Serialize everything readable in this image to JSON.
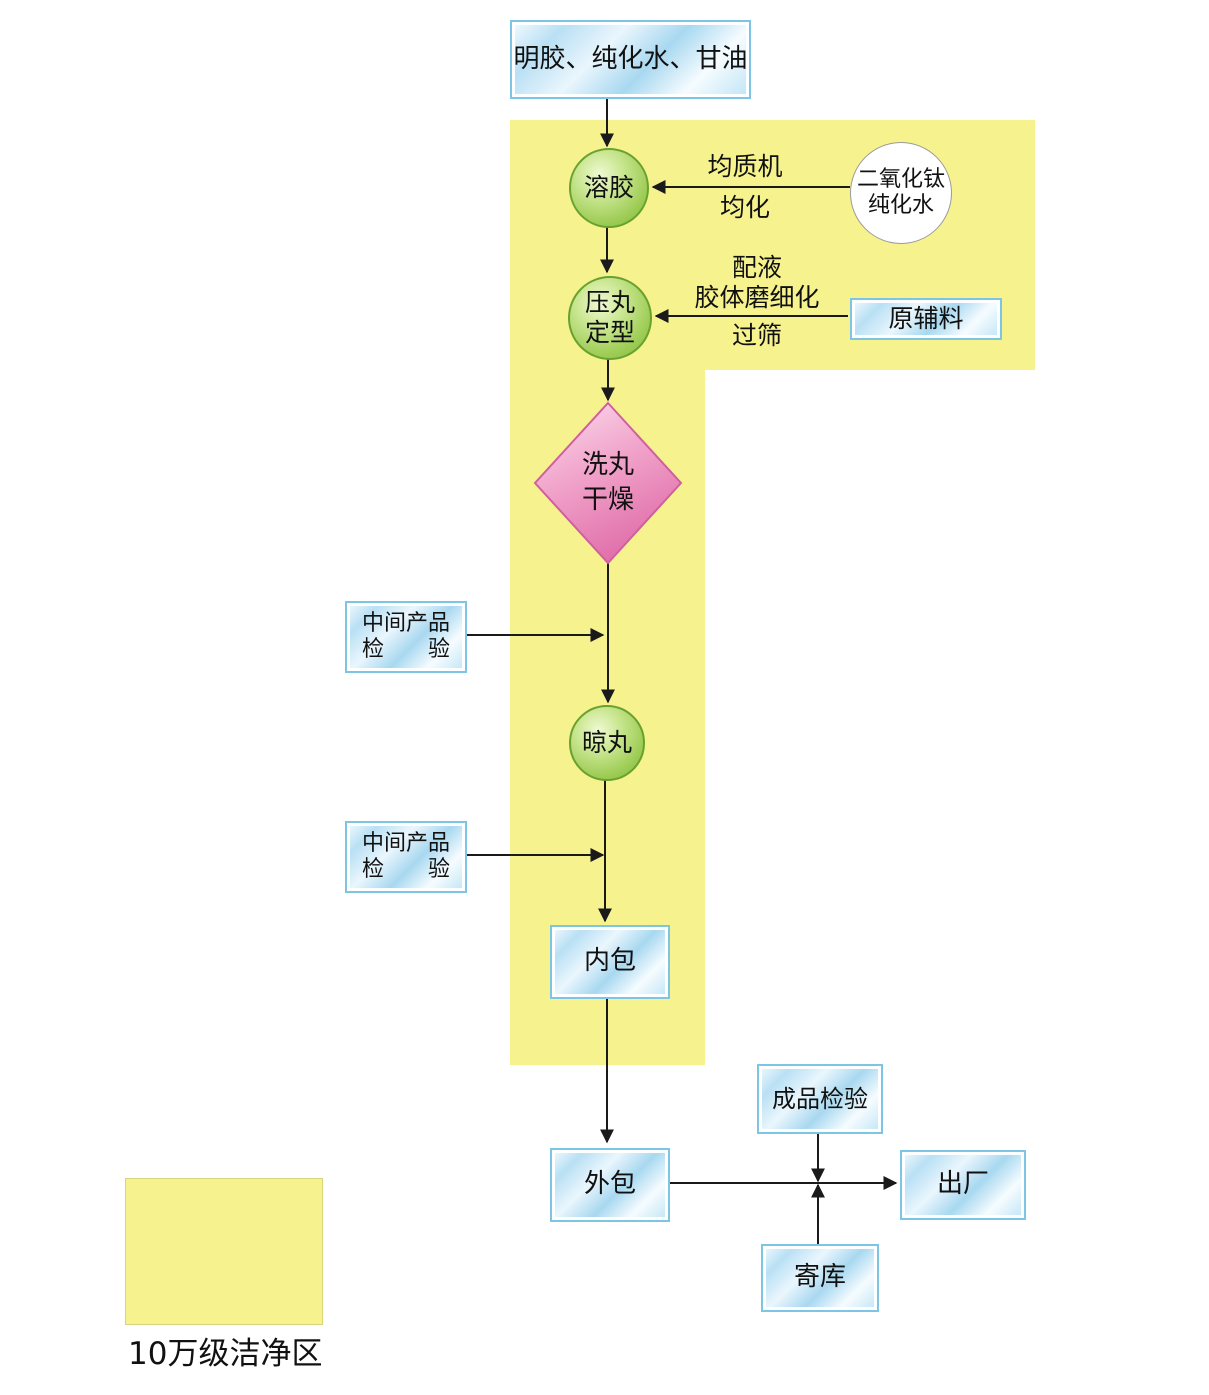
{
  "colors": {
    "clean_area": "#F6F28E",
    "process_green": "#9BCB52",
    "wash_pink": "#EE86BC",
    "box_blue": "#7EC4E4",
    "line_black": "#1a1a1a"
  },
  "nodes": {
    "input": {
      "label": "明胶、纯化水、甘油"
    },
    "dissolve": {
      "label": "溶胶"
    },
    "homogenize": {
      "lines": [
        "均质机",
        "均化"
      ]
    },
    "tio2": {
      "lines": [
        "二氧化钛",
        "纯化水"
      ]
    },
    "press": {
      "lines": [
        "压丸",
        "定型"
      ]
    },
    "prep": {
      "lines": [
        "配液",
        "胶体磨细化",
        "过筛"
      ]
    },
    "raw_materials": {
      "label": "原辅料"
    },
    "wash_dry": {
      "lines": [
        "洗丸",
        "干燥"
      ]
    },
    "inspection1": {
      "lines": [
        "中间产品",
        "检　　验"
      ]
    },
    "air_dry": {
      "label": "晾丸"
    },
    "inspection2": {
      "lines": [
        "中间产品",
        "检　　验"
      ]
    },
    "inner_pack": {
      "label": "内包"
    },
    "outer_pack": {
      "label": "外包"
    },
    "finished_inspection": {
      "label": "成品检验"
    },
    "ship": {
      "label": "出厂"
    },
    "storage": {
      "label": "寄库"
    }
  },
  "legend": {
    "label": "10万级洁净区"
  }
}
